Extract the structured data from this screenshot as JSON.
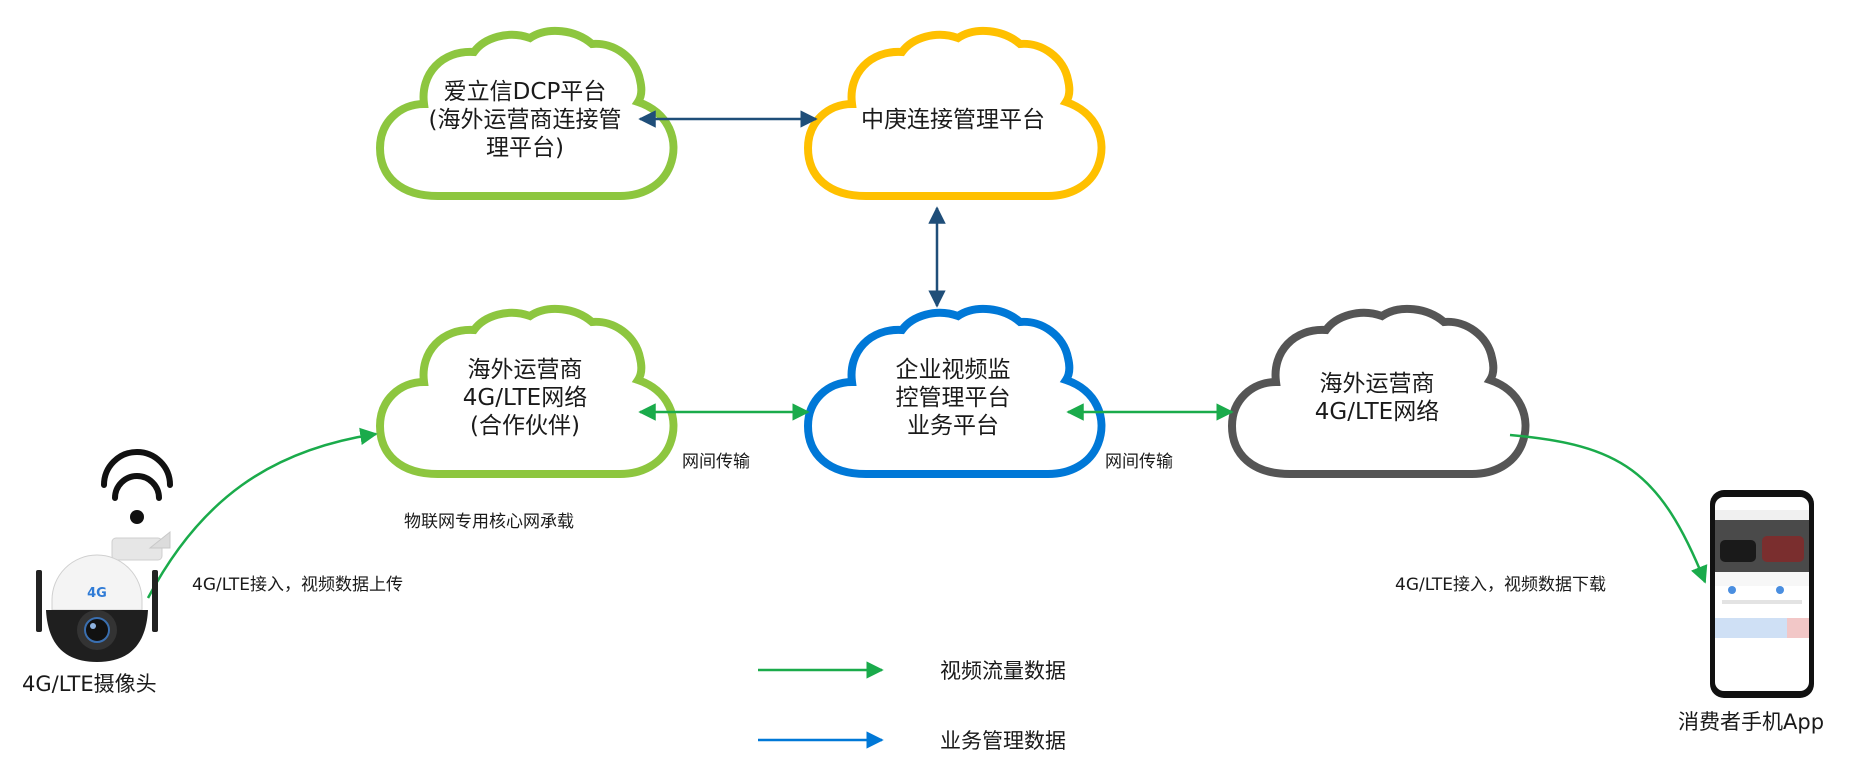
{
  "clouds": {
    "ericsson": {
      "lines": [
        "爱立信DCP平台",
        "(海外运营商连接管",
        "理平台)"
      ],
      "color": "#8dc63f"
    },
    "zhonggeng": {
      "lines": [
        "中庚连接管理平台"
      ],
      "color": "#ffc000"
    },
    "overseas_partner": {
      "lines": [
        "海外运营商",
        "4G/LTE网络",
        "(合作伙伴)"
      ],
      "color": "#8dc63f"
    },
    "enterprise": {
      "lines": [
        "企业视频监",
        "控管理平台",
        "业务平台"
      ],
      "color": "#0078d7"
    },
    "overseas": {
      "lines": [
        "海外运营商",
        "4G/LTE网络"
      ],
      "color": "#555555"
    }
  },
  "edge_labels": {
    "net_transfer_left": "网间传输",
    "net_transfer_right": "网间传输",
    "iot_core": "物联网专用核心网承载",
    "camera_upload": "4G/LTE接入，视频数据上传",
    "app_download": "4G/LTE接入，视频数据下载"
  },
  "devices": {
    "camera": {
      "label": "4G/LTE摄像头",
      "badge": "4G"
    },
    "phone": {
      "label": "消费者手机App"
    }
  },
  "legend": [
    {
      "label": "视频流量数据",
      "color": "#1aab4b"
    },
    {
      "label": "业务管理数据",
      "color": "#0078d7"
    }
  ],
  "colors": {
    "video_flow": "#1aab4b",
    "management": "#1f4e79"
  }
}
